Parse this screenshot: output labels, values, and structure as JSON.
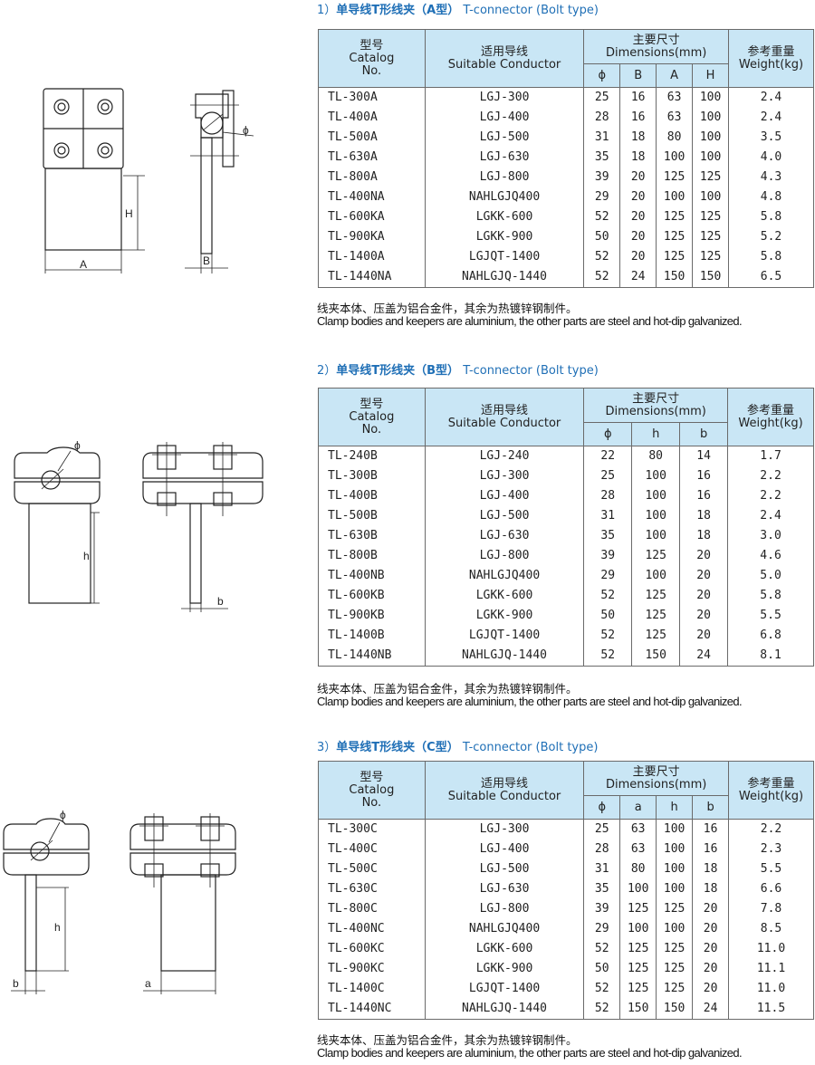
{
  "common": {
    "note_cn": "线夹本体、压盖为铝合金件，其余为热镀锌钢制件。",
    "note_en": "Clamp bodies and keepers are aluminium, the other parts are steel and hot-dip galvanized.",
    "hdr_catalog_cn": "型号",
    "hdr_catalog_en1": "Catalog",
    "hdr_catalog_en2": "No.",
    "hdr_conductor_cn": "适用导线",
    "hdr_conductor_en": "Suitable Conductor",
    "hdr_dims_cn": "主要尺寸",
    "hdr_dims_en": "Dimensions(mm)",
    "hdr_weight_cn": "参考重量",
    "hdr_weight_en": "Weight(kg)"
  },
  "sections": [
    {
      "num": "1）",
      "title_cn": "单导线T形线夹（A型）",
      "title_en": "T-connector (Bolt type)",
      "dim_cols": [
        "ϕ",
        "B",
        "A",
        "H"
      ],
      "rows": [
        [
          "TL-300A",
          "LGJ-300",
          "25",
          "16",
          "63",
          "100",
          "2.4"
        ],
        [
          "TL-400A",
          "LGJ-400",
          "28",
          "16",
          "63",
          "100",
          "2.4"
        ],
        [
          "TL-500A",
          "LGJ-500",
          "31",
          "18",
          "80",
          "100",
          "3.5"
        ],
        [
          "TL-630A",
          "LGJ-630",
          "35",
          "18",
          "100",
          "100",
          "4.0"
        ],
        [
          "TL-800A",
          "LGJ-800",
          "39",
          "20",
          "125",
          "125",
          "4.3"
        ],
        [
          "TL-400NA",
          "NAHLGJQ400",
          "29",
          "20",
          "100",
          "100",
          "4.8"
        ],
        [
          "TL-600KA",
          "LGKK-600",
          "52",
          "20",
          "125",
          "125",
          "5.8"
        ],
        [
          "TL-900KA",
          "LGKK-900",
          "50",
          "20",
          "125",
          "125",
          "5.2"
        ],
        [
          "TL-1400A",
          "LGJQT-1400",
          "52",
          "20",
          "125",
          "125",
          "5.8"
        ],
        [
          "TL-1440NA",
          "NAHLGJQ-1440",
          "52",
          "24",
          "150",
          "150",
          "6.5"
        ]
      ]
    },
    {
      "num": "2）",
      "title_cn": "单导线T形线夹（B型）",
      "title_en": "T-connector (Bolt type)",
      "dim_cols": [
        "ϕ",
        "h",
        "b"
      ],
      "rows": [
        [
          "TL-240B",
          "LGJ-240",
          "22",
          "80",
          "14",
          "1.7"
        ],
        [
          "TL-300B",
          "LGJ-300",
          "25",
          "100",
          "16",
          "2.2"
        ],
        [
          "TL-400B",
          "LGJ-400",
          "28",
          "100",
          "16",
          "2.2"
        ],
        [
          "TL-500B",
          "LGJ-500",
          "31",
          "100",
          "18",
          "2.4"
        ],
        [
          "TL-630B",
          "LGJ-630",
          "35",
          "100",
          "18",
          "3.0"
        ],
        [
          "TL-800B",
          "LGJ-800",
          "39",
          "125",
          "20",
          "4.6"
        ],
        [
          "TL-400NB",
          "NAHLGJQ400",
          "29",
          "100",
          "20",
          "5.0"
        ],
        [
          "TL-600KB",
          "LGKK-600",
          "52",
          "125",
          "20",
          "5.8"
        ],
        [
          "TL-900KB",
          "LGKK-900",
          "50",
          "125",
          "20",
          "5.5"
        ],
        [
          "TL-1400B",
          "LGJQT-1400",
          "52",
          "125",
          "20",
          "6.8"
        ],
        [
          "TL-1440NB",
          "NAHLGJQ-1440",
          "52",
          "150",
          "24",
          "8.1"
        ]
      ]
    },
    {
      "num": "3）",
      "title_cn": "单导线T形线夹（C型）",
      "title_en": "T-connector (Bolt type)",
      "dim_cols": [
        "ϕ",
        "a",
        "h",
        "b"
      ],
      "rows": [
        [
          "TL-300C",
          "LGJ-300",
          "25",
          "63",
          "100",
          "16",
          "2.2"
        ],
        [
          "TL-400C",
          "LGJ-400",
          "28",
          "63",
          "100",
          "16",
          "2.3"
        ],
        [
          "TL-500C",
          "LGJ-500",
          "31",
          "80",
          "100",
          "18",
          "5.5"
        ],
        [
          "TL-630C",
          "LGJ-630",
          "35",
          "100",
          "100",
          "18",
          "6.6"
        ],
        [
          "TL-800C",
          "LGJ-800",
          "39",
          "125",
          "125",
          "20",
          "7.8"
        ],
        [
          "TL-400NC",
          "NAHLGJQ400",
          "29",
          "100",
          "100",
          "20",
          "8.5"
        ],
        [
          "TL-600KC",
          "LGKK-600",
          "52",
          "125",
          "125",
          "20",
          "11.0"
        ],
        [
          "TL-900KC",
          "LGKK-900",
          "50",
          "125",
          "125",
          "20",
          "11.1"
        ],
        [
          "TL-1400C",
          "LGJQT-1400",
          "52",
          "125",
          "125",
          "20",
          "11.0"
        ],
        [
          "TL-1440NC",
          "NAHLGJQ-1440",
          "52",
          "150",
          "150",
          "24",
          "11.5"
        ]
      ]
    }
  ],
  "drawings": {
    "a_labels": [
      "H",
      "A",
      "ϕ",
      "B"
    ],
    "b_labels": [
      "ϕ",
      "h",
      "b"
    ],
    "c_labels": [
      "ϕ",
      "h",
      "b",
      "a"
    ]
  }
}
